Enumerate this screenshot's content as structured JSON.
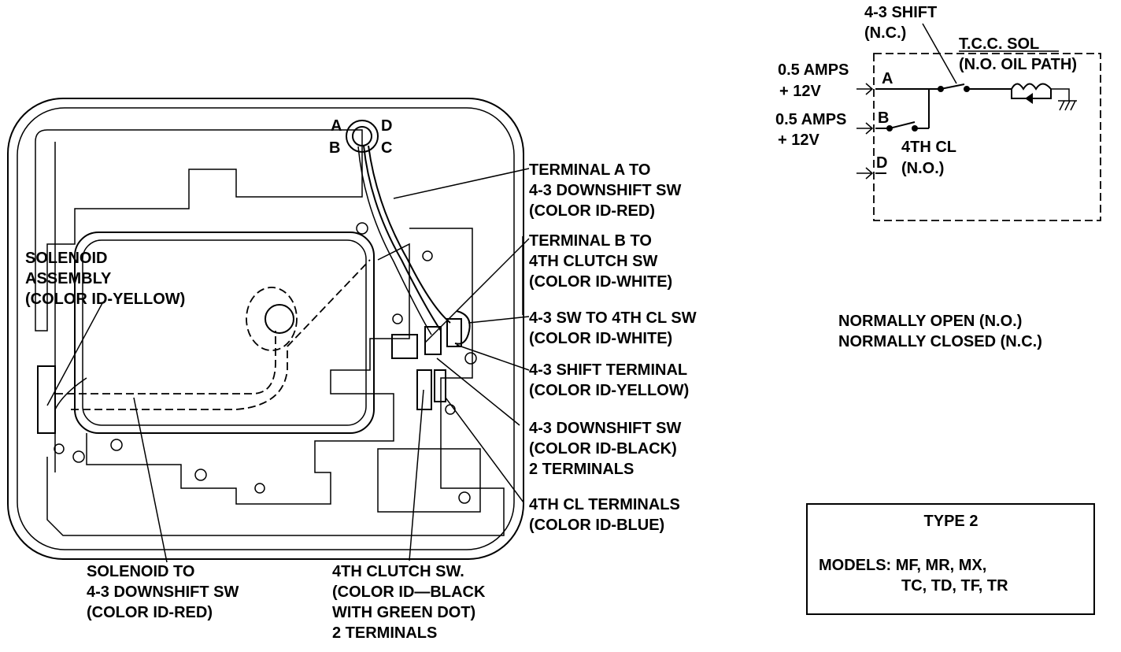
{
  "schematic": {
    "shift_label": "4-3 SHIFT",
    "shift_state": "(N.C.)",
    "sol_label": "T.C.C. SOL",
    "sol_state": "(N.O. OIL PATH)",
    "input_a_amps": "0.5 AMPS",
    "input_a_volts": "+ 12V",
    "input_b_amps": "0.5 AMPS",
    "input_b_volts": "+ 12V",
    "terminal_a": "A",
    "terminal_b": "B",
    "terminal_d": "D",
    "cl_label": "4TH CL",
    "cl_state": "(N.O.)"
  },
  "legend": {
    "no": "NORMALLY OPEN (N.O.)",
    "nc": "NORMALLY CLOSED (N.C.)"
  },
  "type_box": {
    "title": "TYPE 2",
    "models_line1": "MODELS: MF, MR, MX,",
    "models_line2": "TC, TD, TF, TR"
  },
  "connector_letters": {
    "a": "A",
    "b": "B",
    "c": "C",
    "d": "D"
  },
  "callouts": {
    "terminal_a": [
      "TERMINAL A TO",
      "4-3 DOWNSHIFT SW",
      "(COLOR ID-RED)"
    ],
    "terminal_b": [
      "TERMINAL B TO",
      "4TH CLUTCH SW",
      "(COLOR ID-WHITE)"
    ],
    "sw_to_sw": [
      "4-3 SW TO 4TH CL SW",
      "(COLOR ID-WHITE)"
    ],
    "shift_terminal": [
      "4-3 SHIFT TERMINAL",
      "(COLOR ID-YELLOW)"
    ],
    "downshift_sw": [
      "4-3 DOWNSHIFT SW",
      "(COLOR ID-BLACK)",
      "2 TERMINALS"
    ],
    "cl_terminals": [
      "4TH CL TERMINALS",
      "(COLOR ID-BLUE)"
    ],
    "solenoid_assembly": [
      "SOLENOID",
      "ASSEMBLY",
      "(COLOR ID-YELLOW)"
    ],
    "solenoid_to": [
      "SOLENOID TO",
      "4-3 DOWNSHIFT SW",
      "(COLOR ID-RED)"
    ],
    "clutch_sw": [
      "4TH CLUTCH SW.",
      "(COLOR ID—BLACK",
      "WITH GREEN DOT)",
      "2 TERMINALS"
    ]
  }
}
